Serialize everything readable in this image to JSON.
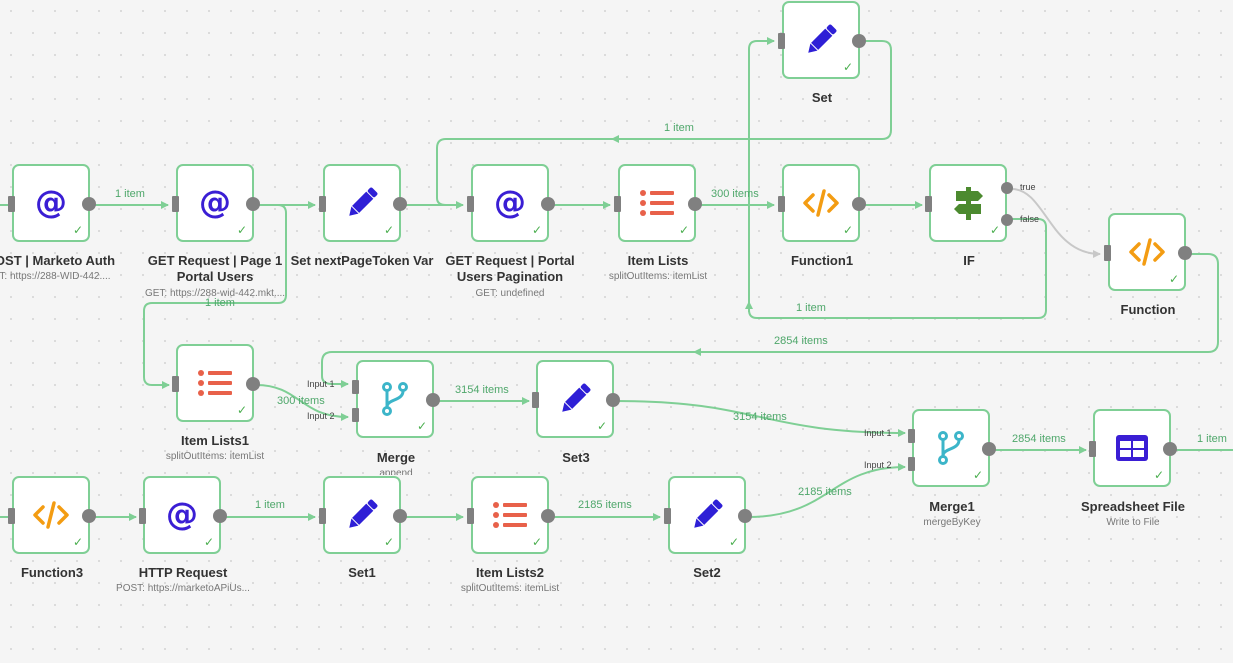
{
  "colors": {
    "edge": "#7fcf95",
    "edge_inactive": "#c8c8c8",
    "node_border": "#7fcf95",
    "handle": "#808080",
    "http_icon": "#3a1ed4",
    "set_icon": "#2e1fd6",
    "itemlist_icon": "#e8614a",
    "function_icon": "#f39c12",
    "merge_icon": "#3cb5c9",
    "if_icon": "#4c8a2f",
    "spreadsheet_icon": "#3a1ed4",
    "edge_label": "#4fa76b"
  },
  "nodes": [
    {
      "id": "marketo-auth",
      "icon": "at-icon",
      "title": "OST | Marketo Auth",
      "subtitle": "T: https://288-WID-442...."
    },
    {
      "id": "get-page1",
      "icon": "at-icon",
      "title": "GET Request | Page 1\nPortal Users",
      "subtitle": "GET: https://288-wid-442.mkt...."
    },
    {
      "id": "set-next-token",
      "icon": "pencil-icon",
      "title": "Set nextPageToken Var",
      "subtitle": ""
    },
    {
      "id": "get-pagination",
      "icon": "at-icon",
      "title": "GET Request | Portal\nUsers Pagination",
      "subtitle": "GET: undefined"
    },
    {
      "id": "item-lists",
      "icon": "list-icon",
      "title": "Item Lists",
      "subtitle": "splitOutItems: itemList"
    },
    {
      "id": "function1",
      "icon": "code-icon",
      "title": "Function1",
      "subtitle": ""
    },
    {
      "id": "if",
      "icon": "signpost-icon",
      "title": "IF",
      "subtitle": "",
      "outputs": [
        "true",
        "false"
      ]
    },
    {
      "id": "set-top",
      "icon": "pencil-icon",
      "title": "Set",
      "subtitle": ""
    },
    {
      "id": "function",
      "icon": "code-icon",
      "title": "Function",
      "subtitle": ""
    },
    {
      "id": "item-lists1",
      "icon": "list-icon",
      "title": "Item Lists1",
      "subtitle": "splitOutItems: itemList"
    },
    {
      "id": "merge",
      "icon": "merge-icon",
      "title": "Merge",
      "subtitle": "append",
      "inputs": [
        "Input 1",
        "Input 2"
      ]
    },
    {
      "id": "set3",
      "icon": "pencil-icon",
      "title": "Set3",
      "subtitle": ""
    },
    {
      "id": "merge1",
      "icon": "merge-icon",
      "title": "Merge1",
      "subtitle": "mergeByKey",
      "inputs": [
        "Input 1",
        "Input 2"
      ]
    },
    {
      "id": "spreadsheet-file",
      "icon": "table-icon",
      "title": "Spreadsheet File",
      "subtitle": "Write to File"
    },
    {
      "id": "function3",
      "icon": "code-icon",
      "title": "Function3",
      "subtitle": ""
    },
    {
      "id": "http-request",
      "icon": "at-icon",
      "title": "HTTP Request",
      "subtitle": "POST: https://marketoAPiUs..."
    },
    {
      "id": "set1",
      "icon": "pencil-icon",
      "title": "Set1",
      "subtitle": ""
    },
    {
      "id": "item-lists2",
      "icon": "list-icon",
      "title": "Item Lists2",
      "subtitle": "splitOutItems: itemList"
    },
    {
      "id": "set2",
      "icon": "pencil-icon",
      "title": "Set2",
      "subtitle": ""
    }
  ],
  "connections": [
    {
      "from": "marketo-auth",
      "to": "get-page1",
      "label": "1 item"
    },
    {
      "from": "get-page1",
      "to": "set-next-token",
      "label": ""
    },
    {
      "from": "get-page1",
      "to": "item-lists1",
      "label": "1 item"
    },
    {
      "from": "set-next-token",
      "to": "get-pagination",
      "label": ""
    },
    {
      "from": "get-pagination",
      "to": "item-lists",
      "label": ""
    },
    {
      "from": "item-lists",
      "to": "function1",
      "label": "300 items"
    },
    {
      "from": "function1",
      "to": "if",
      "label": ""
    },
    {
      "from": "if",
      "output": "true",
      "to": "function",
      "label": ""
    },
    {
      "from": "if",
      "output": "false",
      "to": "set-top",
      "label": "1 item"
    },
    {
      "from": "set-top",
      "to": "get-pagination",
      "label": "1 item"
    },
    {
      "from": "function",
      "to": "merge",
      "input": "Input 1",
      "label": "2854 items"
    },
    {
      "from": "item-lists1",
      "to": "merge",
      "input": "Input 2",
      "label": "300 items"
    },
    {
      "from": "merge",
      "to": "set3",
      "label": "3154 items"
    },
    {
      "from": "set3",
      "to": "merge1",
      "input": "Input 1",
      "label": "3154 items"
    },
    {
      "from": "merge1",
      "to": "spreadsheet-file",
      "label": "2854 items"
    },
    {
      "from": "spreadsheet-file",
      "to": "offscreen",
      "label": "1 item"
    },
    {
      "from": "function3",
      "to": "http-request",
      "label": ""
    },
    {
      "from": "http-request",
      "to": "set1",
      "label": "1 item"
    },
    {
      "from": "set1",
      "to": "item-lists2",
      "label": ""
    },
    {
      "from": "item-lists2",
      "to": "set2",
      "label": "2185 items"
    },
    {
      "from": "set2",
      "to": "merge1",
      "input": "Input 2",
      "label": "2185 items"
    }
  ]
}
